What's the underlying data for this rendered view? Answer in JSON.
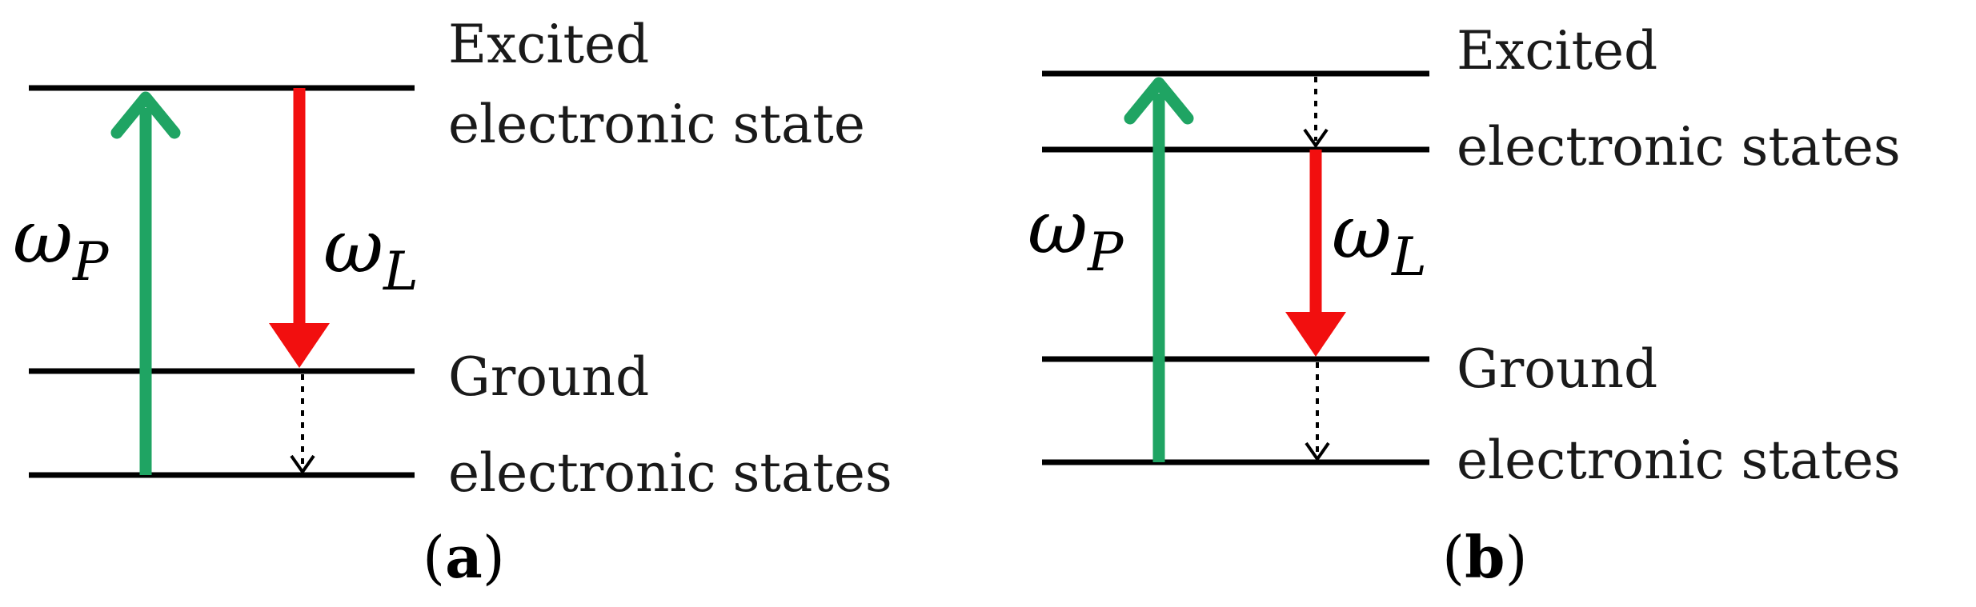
{
  "panels": [
    {
      "id": "a",
      "excited_label": [
        "Excited",
        "electronic state"
      ],
      "ground_label": [
        "Ground",
        "electronic states"
      ],
      "pump_symbol": "ω",
      "pump_subscript": "P",
      "laser_symbol": "ω",
      "laser_subscript": "L",
      "panel_label_open": "(",
      "panel_label_letter": "a",
      "panel_label_close": ")"
    },
    {
      "id": "b",
      "excited_label": [
        "Excited",
        "electronic states"
      ],
      "ground_label": [
        "Ground",
        "electronic states"
      ],
      "pump_symbol": "ω",
      "pump_subscript": "P",
      "laser_symbol": "ω",
      "laser_subscript": "L",
      "panel_label_open": "(",
      "panel_label_letter": "b",
      "panel_label_close": ")"
    }
  ],
  "colors": {
    "pump_arrow": "#1fa463",
    "laser_arrow": "#f20f0f",
    "levels": "#000000"
  }
}
